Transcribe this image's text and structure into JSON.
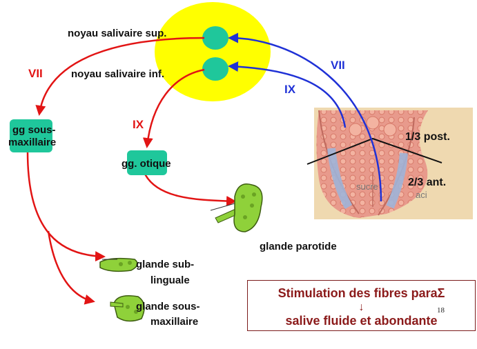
{
  "labels": {
    "noyau_sup": "noyau salivaire sup.",
    "noyau_inf": "noyau salivaire inf.",
    "gg_sous_line1": "gg sous-",
    "gg_sous_line2": "maxillaire",
    "gg_otique": "gg. otique",
    "glande_parotide": "glande parotide",
    "glande_sub_line1": "glande sub-",
    "glande_sub_line2": "linguale",
    "glande_sous_line1": "glande sous-",
    "glande_sous_line2": "maxillaire",
    "post": "1/3 post.",
    "ant": "2/3 ant.",
    "sucre": "sucre",
    "aci": "aci"
  },
  "nerves": {
    "vii_red": "VII",
    "ix_red": "IX",
    "vii_blue": "VII",
    "ix_blue": "IX"
  },
  "info_box": {
    "line1": "Stimulation des fibres paraΣ",
    "arrow": "↓",
    "line2": "salive fluide et abondante"
  },
  "slide_number": "18",
  "colors": {
    "efferent": "#e21414",
    "afferent": "#1f31d6",
    "nucleus_area": "#ffff00",
    "nucleus": "#1fc79b",
    "ganglion": "#1fc79b",
    "gland": "#8fd13a",
    "info_text": "#8b1a1a"
  }
}
